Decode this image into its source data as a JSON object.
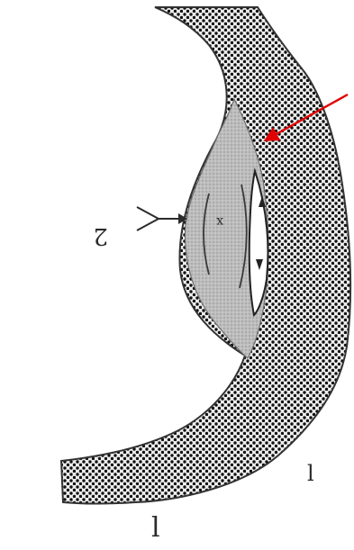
{
  "diagram": {
    "labels": {
      "inner_label": "x",
      "side_label": "2",
      "bottom_left_mark": "l",
      "bottom_right_mark": "l"
    },
    "colors": {
      "outer_wall_fill": "#d8d8d8",
      "outer_wall_dots": "#111111",
      "inner_mass_fill": "#b9b9b9",
      "arrow_red": "#e00000",
      "ink": "#2b2b2b"
    },
    "icons": {
      "pointer_arrow": "red-arrow-icon",
      "side_marker": "y-marker-icon"
    }
  }
}
